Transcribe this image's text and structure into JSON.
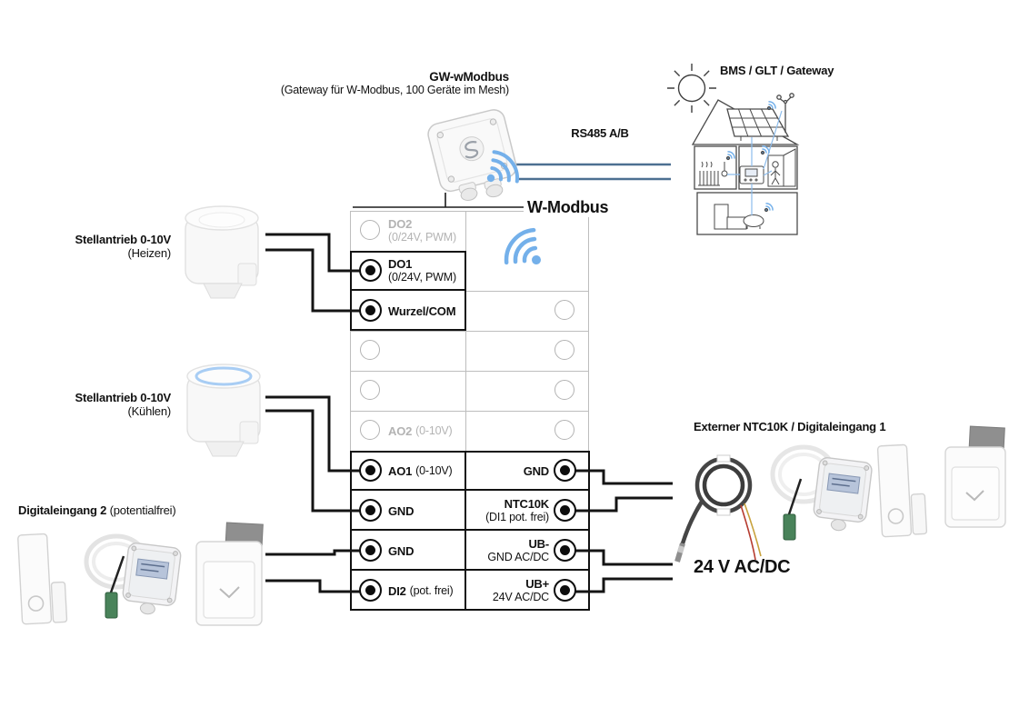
{
  "colors": {
    "wifi_blue": "#74b0ea",
    "bus_blue": "#4c6f91",
    "wire_black": "#141414",
    "inactive_gray": "#b3b3b3"
  },
  "gateway_label": {
    "title": "GW-wModbus",
    "subtitle": "(Gateway für W-Modbus, 100 Geräte im Mesh)"
  },
  "bus_label": "RS485 A/B",
  "wmodbus_label": "W-Modbus",
  "bms_label": "BMS / GLT / Gateway",
  "actuator_heating": {
    "title": "Stellantrieb 0-10V",
    "subtitle": "(Heizen)"
  },
  "actuator_cooling": {
    "title": "Stellantrieb 0-10V",
    "subtitle": "(Kühlen)"
  },
  "digital_input2": {
    "title": "Digitaleingang 2",
    "subtitle": "(potentialfrei)"
  },
  "external_ntc_label": "Externer NTC10K / Digitaleingang 1",
  "power_label": "24 V AC/DC",
  "terminals": {
    "left": [
      {
        "name": "DO2",
        "detail": "(0/24V, PWM)"
      },
      {
        "name": "DO1",
        "detail": "(0/24V, PWM)"
      },
      {
        "name": "Wurzel/COM",
        "detail": ""
      },
      {
        "name": "",
        "detail": ""
      },
      {
        "name": "",
        "detail": ""
      },
      {
        "name": "AO2",
        "detail": "(0-10V)"
      },
      {
        "name": "AO1",
        "detail": "(0-10V)"
      },
      {
        "name": "GND",
        "detail": ""
      },
      {
        "name": "GND",
        "detail": ""
      },
      {
        "name": "DI2",
        "detail": "(pot. frei)"
      }
    ],
    "right": [
      {
        "name": "GND",
        "detail": ""
      },
      {
        "name": "NTC10K",
        "detail": "(DI1 pot. frei)"
      },
      {
        "name": "UB-",
        "detail": "GND AC/DC"
      },
      {
        "name": "UB+",
        "detail": "24V AC/DC"
      }
    ]
  }
}
